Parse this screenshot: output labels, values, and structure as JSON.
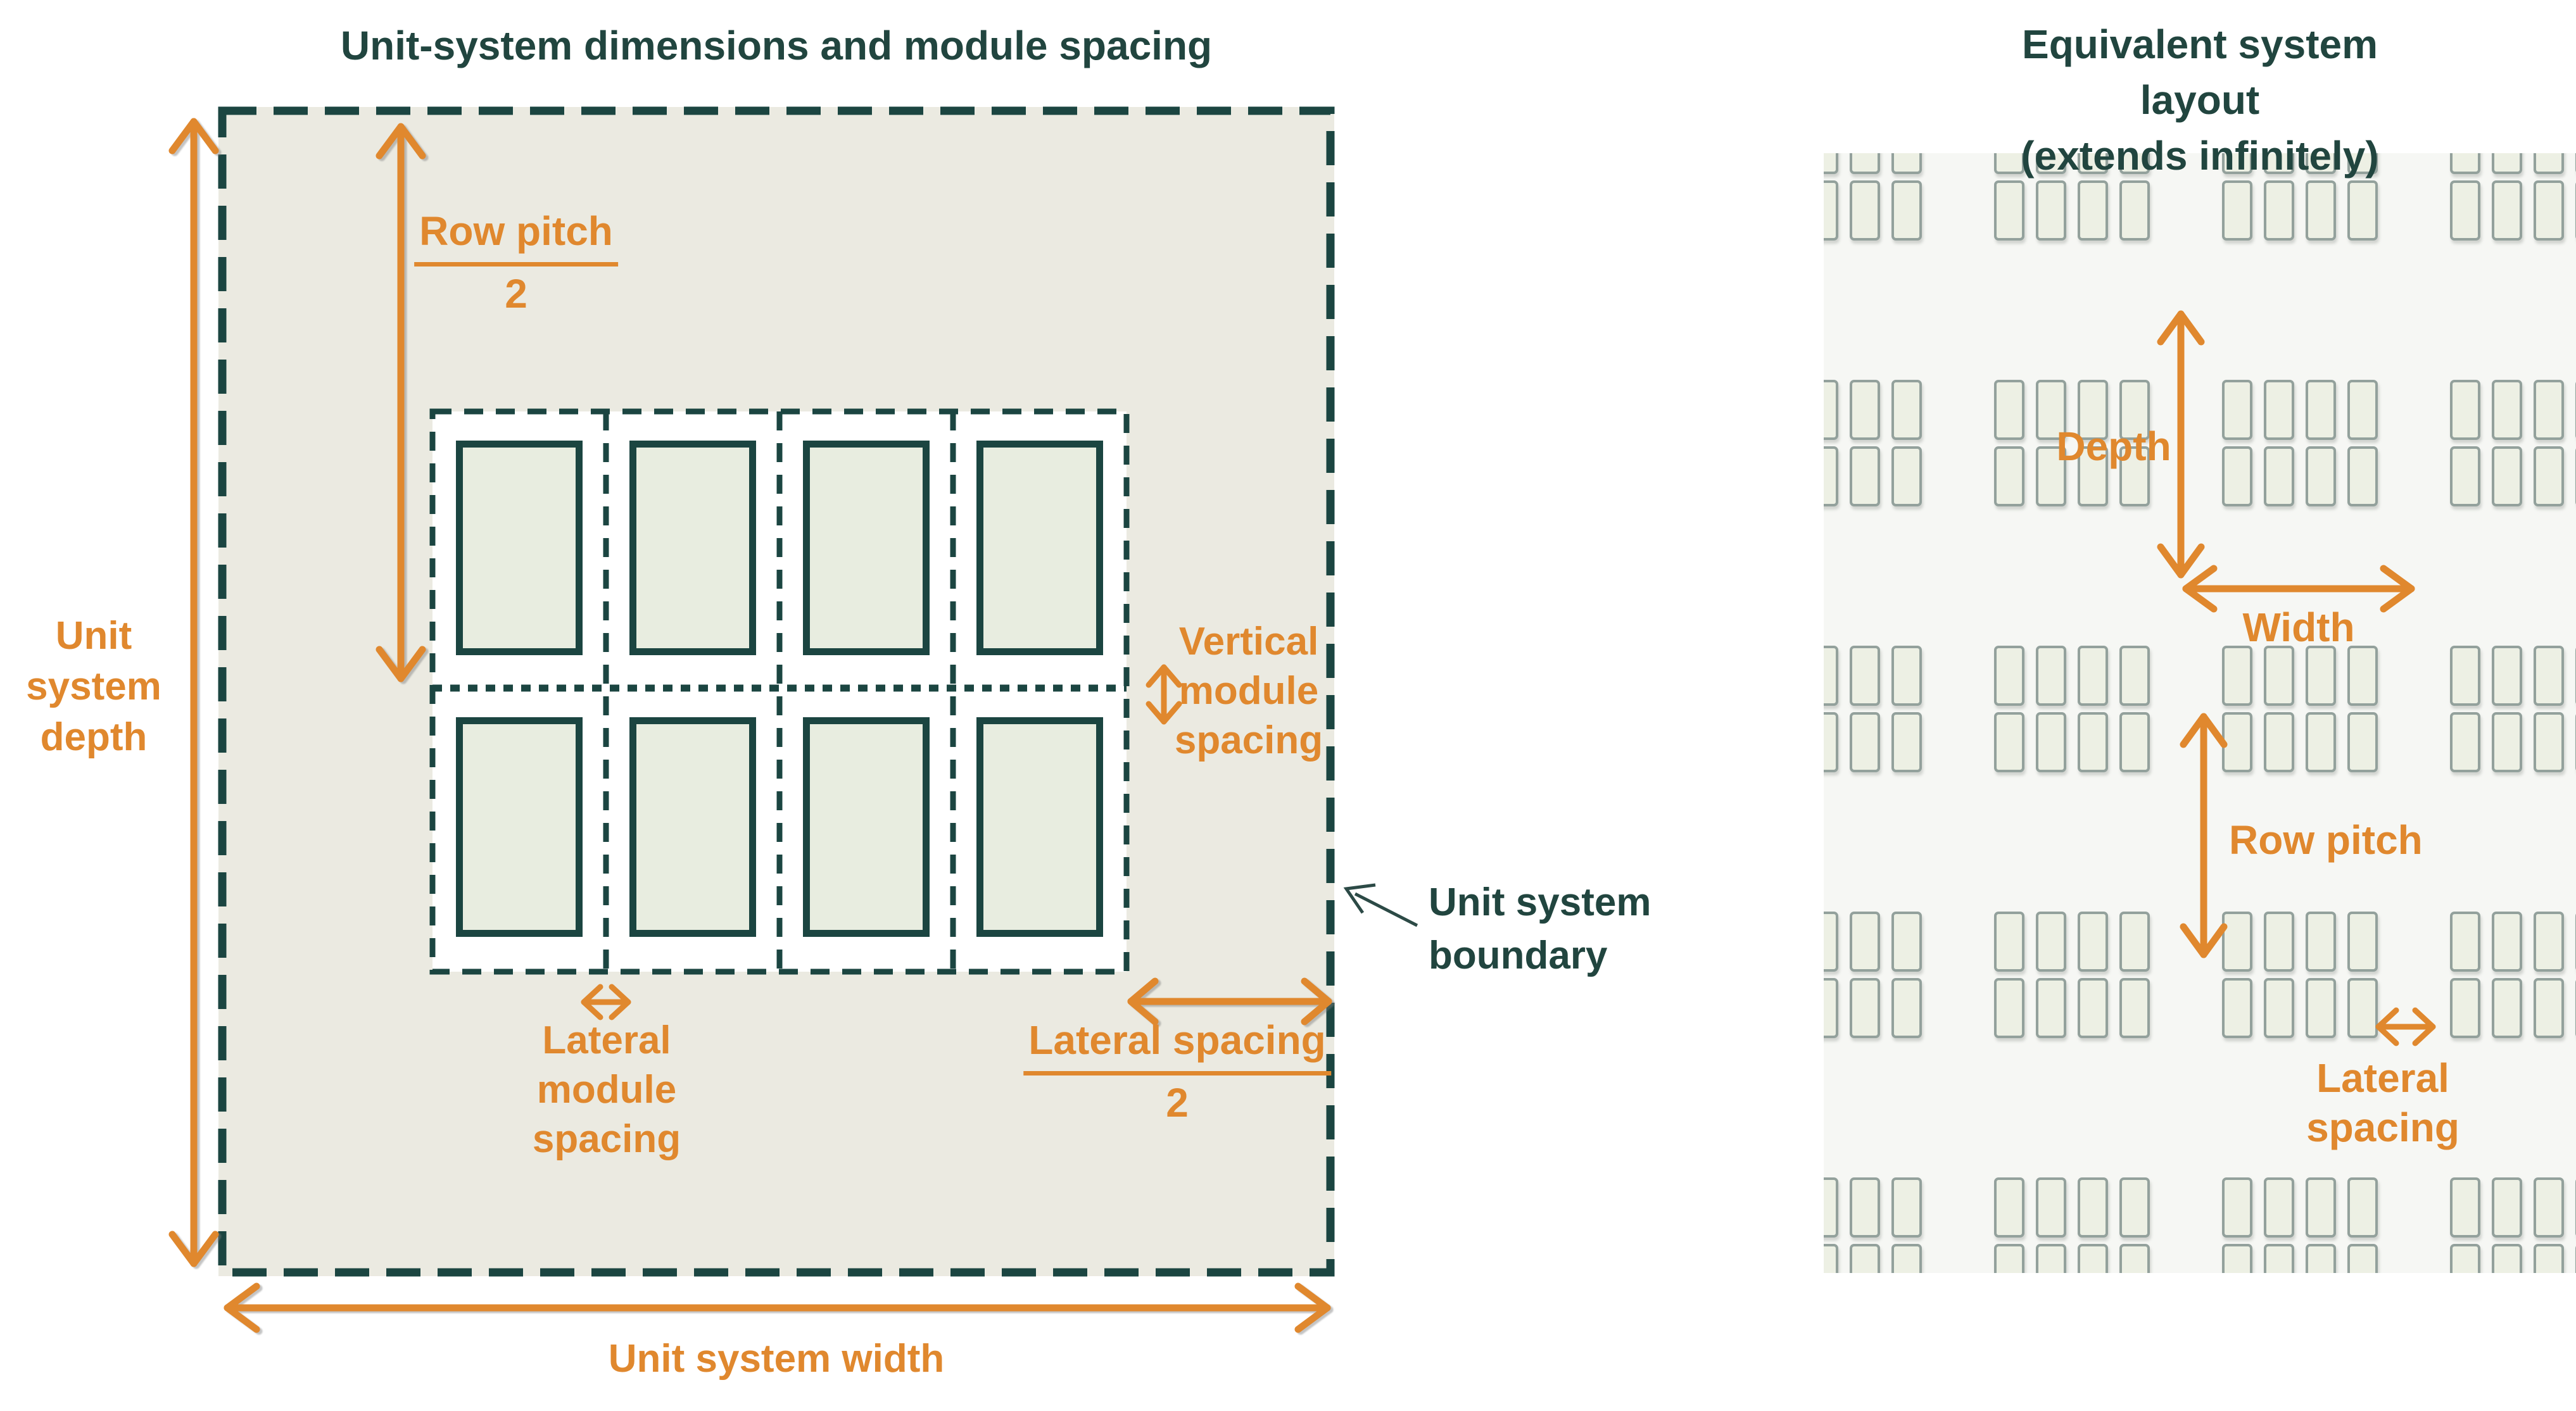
{
  "colors": {
    "teal_dark": "#1B4541",
    "teal_text": "#21453F",
    "orange_accent": "#E0882E",
    "unit_square_fill": "#EBEAE1",
    "module_fill": "#E8EDE0",
    "module_border": "#1B4541",
    "right_panel_bg": "#F6F7F4",
    "right_cell_fill": "#EDF0E4",
    "right_cell_border": "#93A19C",
    "page_background": "#FFFFFF"
  },
  "left_diagram": {
    "title": "Unit-system dimensions and module spacing",
    "labels": {
      "row_pitch_numerator": "Row pitch",
      "row_pitch_denominator": "2",
      "unit_system_depth": "Unit\nsystem\ndepth",
      "vertical_module_spacing": "Vertical\nmodule\nspacing",
      "unit_system_boundary": "Unit system\nboundary",
      "lateral_module_spacing": "Lateral\nmodule\nspacing",
      "lateral_spacing_numerator": "Lateral spacing",
      "lateral_spacing_denominator": "2",
      "unit_system_width": "Unit system width"
    },
    "modules_per_row": 4,
    "module_rows": 2
  },
  "right_diagram": {
    "title": "Equivalent system layout\n(extends infinitely)",
    "labels": {
      "depth": "Depth",
      "width": "Width",
      "row_pitch": "Row pitch",
      "lateral_spacing": "Lateral spacing"
    },
    "group_columns": 4,
    "group_rows": 2,
    "visible_group_columns": 4,
    "visible_group_rows": 5
  }
}
